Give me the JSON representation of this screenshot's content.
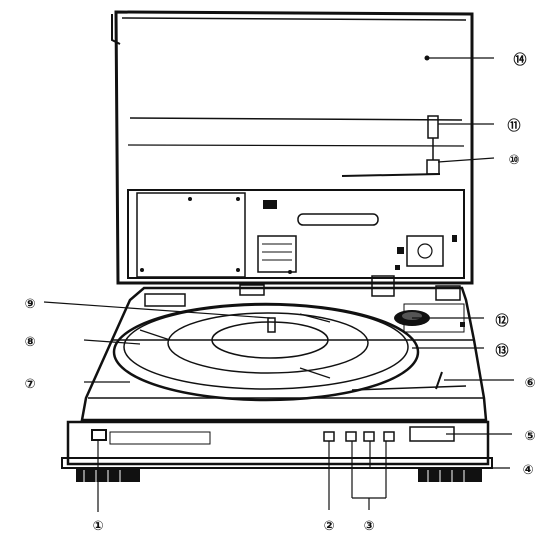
{
  "figure": {
    "callouts": [
      {
        "id": "c1",
        "label": "①"
      },
      {
        "id": "c2",
        "label": "②"
      },
      {
        "id": "c3",
        "label": "③"
      },
      {
        "id": "c4",
        "label": "④"
      },
      {
        "id": "c5",
        "label": "⑤"
      },
      {
        "id": "c6",
        "label": "⑥"
      },
      {
        "id": "c7",
        "label": "⑦"
      },
      {
        "id": "c8",
        "label": "⑧"
      },
      {
        "id": "c9",
        "label": "⑨"
      },
      {
        "id": "c10",
        "label": "⑩"
      },
      {
        "id": "c11",
        "label": "⑪"
      },
      {
        "id": "c12",
        "label": "⑫"
      },
      {
        "id": "c13",
        "label": "⑬"
      },
      {
        "id": "c14",
        "label": "⑭"
      }
    ]
  }
}
